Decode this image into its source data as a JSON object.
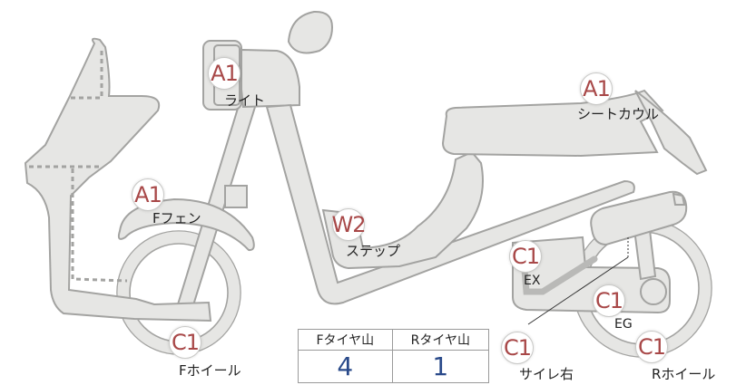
{
  "parts": [
    {
      "grade": "A1",
      "label": "ライト"
    },
    {
      "grade": "A1",
      "label": "シートカウル"
    },
    {
      "grade": "A1",
      "label": "Fフェン"
    },
    {
      "grade": "W2",
      "label": "ステップ"
    },
    {
      "grade": "C1",
      "label": "EX"
    },
    {
      "grade": "C1",
      "label": "EG"
    },
    {
      "grade": "C1",
      "label": "Fホイール"
    },
    {
      "grade": "C1",
      "label": "サイレ右"
    },
    {
      "grade": "C1",
      "label": "Rホイール"
    }
  ],
  "tread": {
    "headers": [
      "Fタイヤ山",
      "Rタイヤ山"
    ],
    "values": [
      "4",
      "1"
    ]
  },
  "colors": {
    "body_fill": "#e6e6e4",
    "outline": "#a3a3a1",
    "grade_text": "#a84848",
    "table_value": "#2a4a8a"
  }
}
